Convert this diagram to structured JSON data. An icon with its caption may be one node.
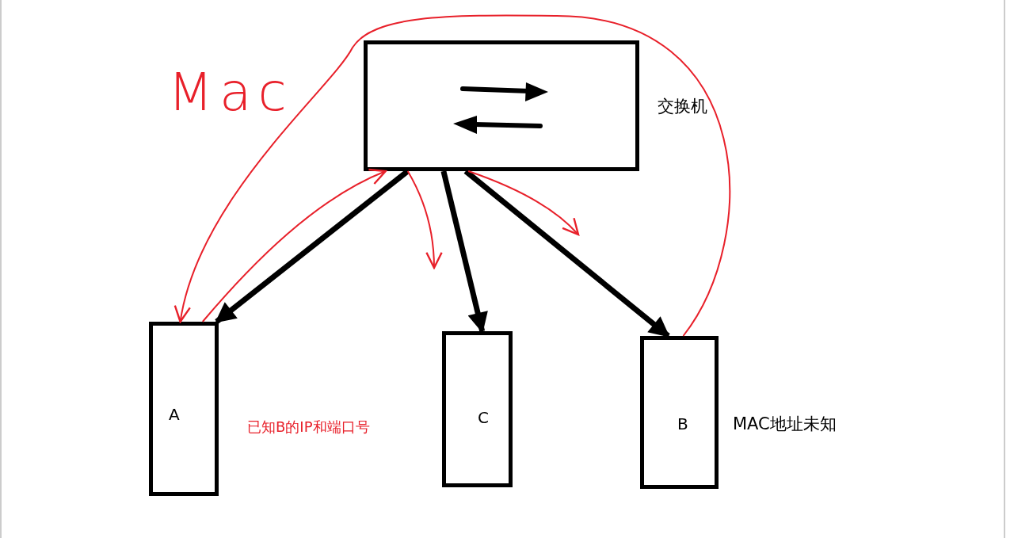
{
  "diagram": {
    "nodes": [
      {
        "text": [],
        "shape": "box",
        "beside": [
          "交换机"
        ]
      },
      {
        "text": [
          "A"
        ]
      },
      {
        "text": [
          "C"
        ]
      },
      {
        "text": [
          "B"
        ],
        "beside": [
          "MAC地址未知"
        ]
      }
    ],
    "edges": [
      {
        "from": 0,
        "to": 1,
        "arrow": "to",
        "style": "thick",
        "color": "#000000"
      },
      {
        "from": 0,
        "to": 2,
        "arrow": "to",
        "style": "thick",
        "color": "#000000"
      },
      {
        "from": 0,
        "to": 3,
        "arrow": "to",
        "style": "thick",
        "color": "#000000"
      },
      {
        "from": 3,
        "to": 1,
        "arrow": "to",
        "color": "#e8202a"
      },
      {
        "from": 1,
        "to": 0,
        "arrow": "to",
        "color": "#e8202a"
      },
      {
        "from": 0,
        "to": null,
        "arrow": "to",
        "color": "#e8202a"
      },
      {
        "from": 0,
        "to": null,
        "arrow": "to",
        "color": "#e8202a"
      }
    ],
    "labels": [
      "Mac",
      "已知B的IP和端口号"
    ]
  }
}
